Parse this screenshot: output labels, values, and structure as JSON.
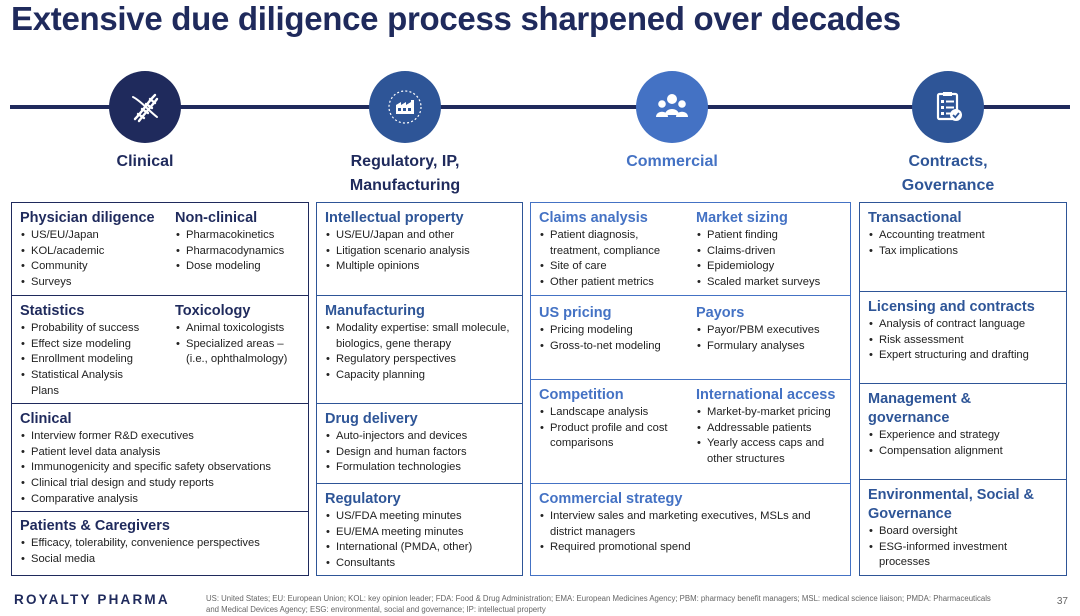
{
  "title": "Extensive due diligence process sharpened over decades",
  "colors": {
    "navy": "#1f2a5c",
    "blue": "#4472c4",
    "mid_blue": "#2e5597"
  },
  "columns": {
    "clinical": {
      "header_lines": [
        "Clinical"
      ],
      "icon": "dna-icon",
      "physician": {
        "heading": "Physician diligence",
        "items": [
          "US/EU/Japan",
          "KOL/academic",
          "Community",
          "Surveys"
        ]
      },
      "nonclinical": {
        "heading": "Non-clinical",
        "items": [
          "Pharmacokinetics",
          "Pharmacodynamics",
          "Dose modeling"
        ]
      },
      "statistics": {
        "heading": "Statistics",
        "items": [
          "Probability of success",
          "Effect size modeling",
          "Enrollment modeling",
          "Statistical Analysis Plans"
        ]
      },
      "toxicology": {
        "heading": "Toxicology",
        "items": [
          "Animal toxicologists",
          "Specialized areas – (i.e., ophthalmology)"
        ]
      },
      "clinical": {
        "heading": "Clinical",
        "items": [
          "Interview former R&D executives",
          "Patient level data analysis",
          "Immunogenicity and specific safety observations",
          "Clinical trial design and study reports",
          "Comparative analysis"
        ]
      },
      "patients": {
        "heading": "Patients & Caregivers",
        "items": [
          "Efficacy, tolerability, convenience perspectives",
          "Social media"
        ]
      }
    },
    "regulatory": {
      "header_lines": [
        "Regulatory, IP,",
        "Manufacturing"
      ],
      "icon": "factory-icon",
      "ip": {
        "heading": "Intellectual property",
        "items": [
          "US/EU/Japan and other",
          "Litigation scenario analysis",
          "Multiple opinions"
        ]
      },
      "manufacturing": {
        "heading": "Manufacturing",
        "items": [
          "Modality expertise: small molecule, biologics, gene therapy",
          "Regulatory perspectives",
          "Capacity planning"
        ]
      },
      "drug_delivery": {
        "heading": "Drug delivery",
        "items": [
          "Auto-injectors and devices",
          "Design and human factors",
          "Formulation technologies"
        ]
      },
      "regulatory": {
        "heading": "Regulatory",
        "items": [
          "US/FDA meeting minutes",
          "EU/EMA meeting minutes",
          "International (PMDA, other)",
          "Consultants"
        ]
      }
    },
    "commercial": {
      "header_lines": [
        "Commercial"
      ],
      "icon": "people-icon",
      "claims": {
        "heading": "Claims analysis",
        "items": [
          "Patient diagnosis, treatment, compliance",
          "Site of care",
          "Other patient metrics"
        ]
      },
      "market_sizing": {
        "heading": "Market sizing",
        "items": [
          "Patient finding",
          "Claims-driven",
          "Epidemiology",
          "Scaled market surveys"
        ]
      },
      "us_pricing": {
        "heading": "US pricing",
        "items": [
          "Pricing modeling",
          "Gross-to-net modeling"
        ]
      },
      "payors": {
        "heading": "Payors",
        "items": [
          "Payor/PBM executives",
          "Formulary analyses"
        ]
      },
      "competition": {
        "heading": "Competition",
        "items": [
          "Landscape analysis",
          "Product profile and cost comparisons"
        ]
      },
      "international": {
        "heading": "International access",
        "items": [
          "Market-by-market pricing",
          "Addressable patients",
          "Yearly access caps and other structures"
        ]
      },
      "strategy": {
        "heading": "Commercial strategy",
        "items": [
          "Interview sales and marketing executives, MSLs and district managers",
          "Required promotional spend"
        ]
      }
    },
    "contracts": {
      "header_lines": [
        "Contracts,",
        "Governance"
      ],
      "icon": "checklist-icon",
      "transactional": {
        "heading": "Transactional",
        "items": [
          "Accounting treatment",
          "Tax implications"
        ]
      },
      "licensing": {
        "heading": "Licensing and contracts",
        "items": [
          "Analysis of contract language",
          "Risk assessment",
          "Expert structuring and drafting"
        ]
      },
      "management": {
        "heading_lines": [
          "Management &",
          "governance"
        ],
        "items": [
          "Experience and strategy",
          "Compensation alignment"
        ]
      },
      "esg": {
        "heading_lines": [
          "Environmental, Social &",
          "Governance"
        ],
        "items": [
          "Board oversight",
          "ESG-informed investment processes"
        ]
      }
    }
  },
  "footer": {
    "logo": "ROYALTY PHARMA",
    "note": "US: United States; EU: European Union; KOL: key opinion leader; FDA: Food & Drug Administration; EMA: European Medicines Agency; PBM: pharmacy benefit managers; MSL: medical science liaison; PMDA: Pharmaceuticals and Medical Devices Agency; ESG: environmental, social and governance; IP: intellectual property",
    "page": "37"
  }
}
